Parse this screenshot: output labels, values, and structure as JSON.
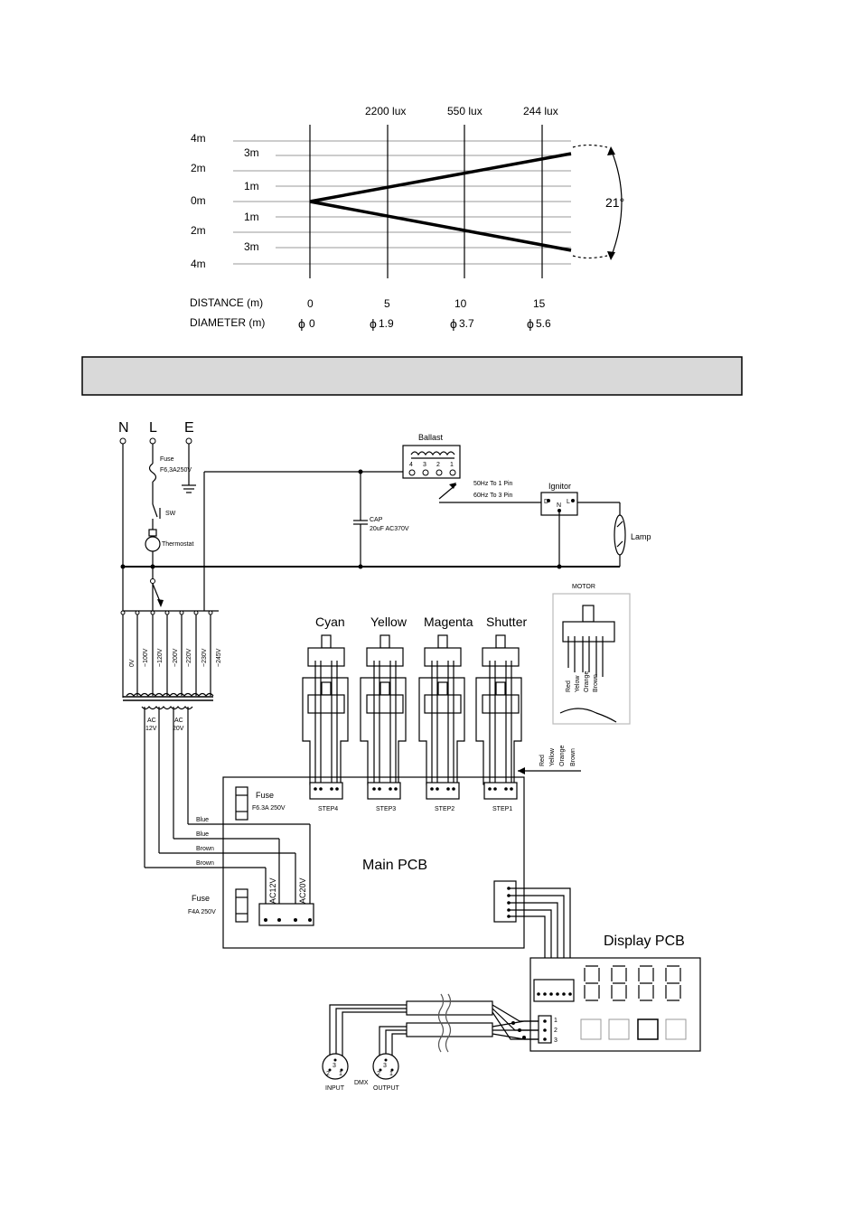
{
  "beam": {
    "lux": [
      "2200 lux",
      "550 lux",
      "244 lux"
    ],
    "left_labels": [
      "4m",
      "2m",
      "0m",
      "2m",
      "4m"
    ],
    "inner_labels": [
      "3m",
      "1m",
      "1m",
      "3m"
    ],
    "angle": "21°",
    "distance_label": "DISTANCE (m)",
    "diameter_label": "DIAMETER (m)",
    "distances": [
      "0",
      "5",
      "10",
      "15"
    ],
    "diameters": [
      "0",
      "1.9",
      "3.7",
      "5.6"
    ],
    "phi": "ϕ"
  },
  "wiring": {
    "mains": [
      "N",
      "L",
      "E"
    ],
    "fuse1": "Fuse",
    "fuse1_rating": "F6,3A250V",
    "sw": "SW",
    "thermostat": "Thermostat",
    "ballast": "Ballast",
    "ballast_pins": [
      "4",
      "3",
      "2",
      "1"
    ],
    "freq1": "50Hz To 1 Pin",
    "freq2": "60Hz To 3 Pin",
    "ignitor": "Ignitor",
    "ign_pins": [
      "D",
      "N",
      "L"
    ],
    "lamp": "Lamp",
    "cap": "CAP",
    "cap_rating": "20uF AC370V",
    "taps": [
      "0V",
      "~100V",
      "~120V",
      "~200V",
      "~220V",
      "~230V",
      "~245V"
    ],
    "ac12": [
      "AC",
      "12V"
    ],
    "ac20": [
      "AC",
      "20V"
    ],
    "motors": [
      "Cyan",
      "Yellow",
      "Magenta",
      "Shutter"
    ],
    "motor_box_title": "MOTOR",
    "motor_colors": [
      "Red",
      "Yelow",
      "Orange",
      "Brown"
    ],
    "step_wires": [
      "Red",
      "Yellow",
      "Orange",
      "Brown"
    ],
    "steps": [
      "STEP4",
      "STEP3",
      "STEP2",
      "STEP1"
    ],
    "pcb_fuse1": "Fuse",
    "pcb_fuse1_rating": "F6.3A 250V",
    "pcb_fuse2": "Fuse",
    "pcb_fuse2_rating": "F4A 250V",
    "pcb_wires": [
      "Blue",
      "Blue",
      "Brown",
      "Brown"
    ],
    "main_pcb": "Main PCB",
    "conn_ac12": "AC12V",
    "conn_ac20": "AC20V",
    "display_pcb": "Display PCB",
    "dmx_pins": [
      "1",
      "2",
      "3"
    ],
    "input": "INPUT",
    "dmx": "DMX",
    "output": "OUTPUT",
    "xlr_pins": [
      "3",
      "2",
      "1"
    ]
  }
}
